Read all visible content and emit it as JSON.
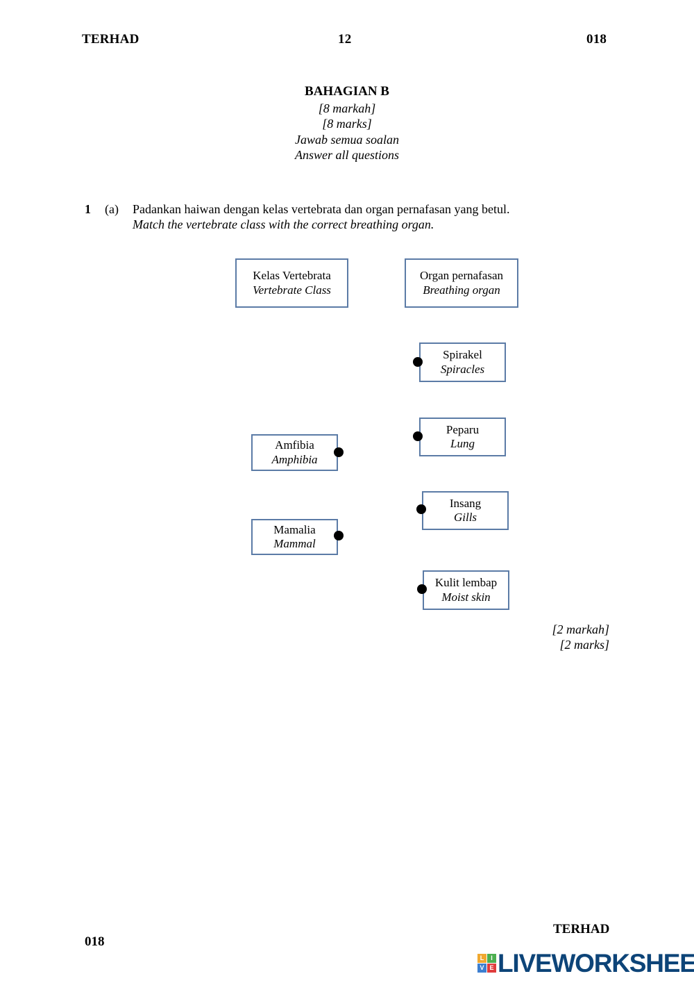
{
  "header": {
    "left_label": "TERHAD",
    "page_number": "12",
    "paper_code": "018"
  },
  "section": {
    "title": "BAHAGIAN B",
    "marks_my": "[8 markah]",
    "marks_en": "[8 marks]",
    "instruction_my": "Jawab semua soalan",
    "instruction_en": "Answer all questions"
  },
  "question": {
    "number": "1",
    "part": "(a)",
    "text_my": "Padankan haiwan dengan kelas vertebrata dan organ pernafasan yang betul.",
    "text_en": "Match the vertebrate class with the correct breathing organ."
  },
  "diagram": {
    "headers": [
      {
        "label_my": "Kelas Vertebrata",
        "label_en": "Vertebrate Class"
      },
      {
        "label_my": "Organ pernafasan",
        "label_en": "Breathing organ"
      }
    ],
    "left_items": [
      {
        "label_my": "Amfibia",
        "label_en": "Amphibia"
      },
      {
        "label_my": "Mamalia",
        "label_en": "Mammal"
      }
    ],
    "right_items": [
      {
        "label_my": "Spirakel",
        "label_en": "Spiracles"
      },
      {
        "label_my": "Peparu",
        "label_en": "Lung"
      },
      {
        "label_my": "Insang",
        "label_en": "Gills"
      },
      {
        "label_my": "Kulit lembap",
        "label_en": "Moist skin"
      }
    ],
    "box_border_color": "#5b7ba6",
    "connector_dot_color": "#000000"
  },
  "allocation": {
    "marks_my": "[2 markah]",
    "marks_en": "[2 marks]"
  },
  "footer": {
    "right_label": "TERHAD",
    "paper_code": "018"
  },
  "logo": {
    "wordmark": "LIVEWORKSHEETS",
    "wordmark_color": "#0d4478",
    "tiles": [
      {
        "letter": "L",
        "color": "#f0a830"
      },
      {
        "letter": "I",
        "color": "#4caf50"
      },
      {
        "letter": "V",
        "color": "#3d7fd0"
      },
      {
        "letter": "E",
        "color": "#e03c3c"
      }
    ]
  }
}
